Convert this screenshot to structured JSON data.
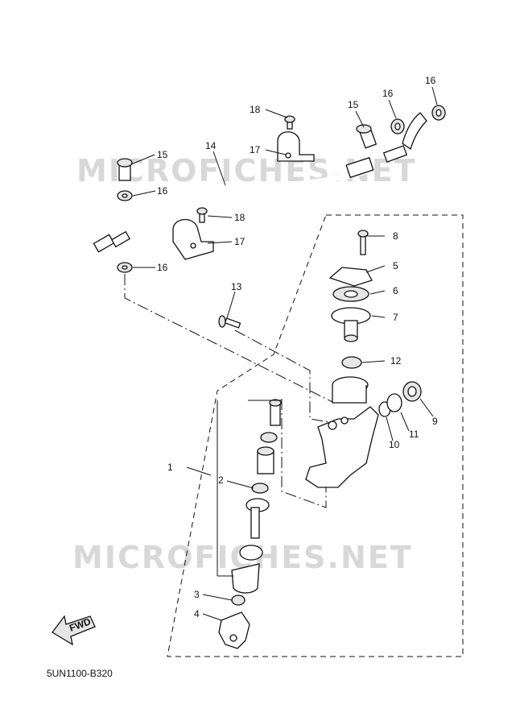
{
  "watermark": {
    "text_top": "MICROFICHES.NET",
    "text_bottom": "MICROFICHES.NET"
  },
  "reference_code": "5UN1100-B320",
  "fwd_label": "FWD",
  "callouts": [
    {
      "id": "c1",
      "label": "1"
    },
    {
      "id": "c2",
      "label": "2"
    },
    {
      "id": "c3",
      "label": "3"
    },
    {
      "id": "c4",
      "label": "4"
    },
    {
      "id": "c5",
      "label": "5"
    },
    {
      "id": "c6",
      "label": "6"
    },
    {
      "id": "c7",
      "label": "7"
    },
    {
      "id": "c8",
      "label": "8"
    },
    {
      "id": "c9",
      "label": "9"
    },
    {
      "id": "c10",
      "label": "10"
    },
    {
      "id": "c11",
      "label": "11"
    },
    {
      "id": "c12",
      "label": "12"
    },
    {
      "id": "c13",
      "label": "13"
    },
    {
      "id": "c14",
      "label": "14"
    },
    {
      "id": "c15a",
      "label": "15"
    },
    {
      "id": "c15b",
      "label": "15"
    },
    {
      "id": "c16a",
      "label": "16"
    },
    {
      "id": "c16b",
      "label": "16"
    },
    {
      "id": "c16c",
      "label": "16"
    },
    {
      "id": "c16d",
      "label": "16"
    },
    {
      "id": "c17a",
      "label": "17"
    },
    {
      "id": "c17b",
      "label": "17"
    },
    {
      "id": "c18a",
      "label": "18"
    },
    {
      "id": "c18b",
      "label": "18"
    }
  ]
}
